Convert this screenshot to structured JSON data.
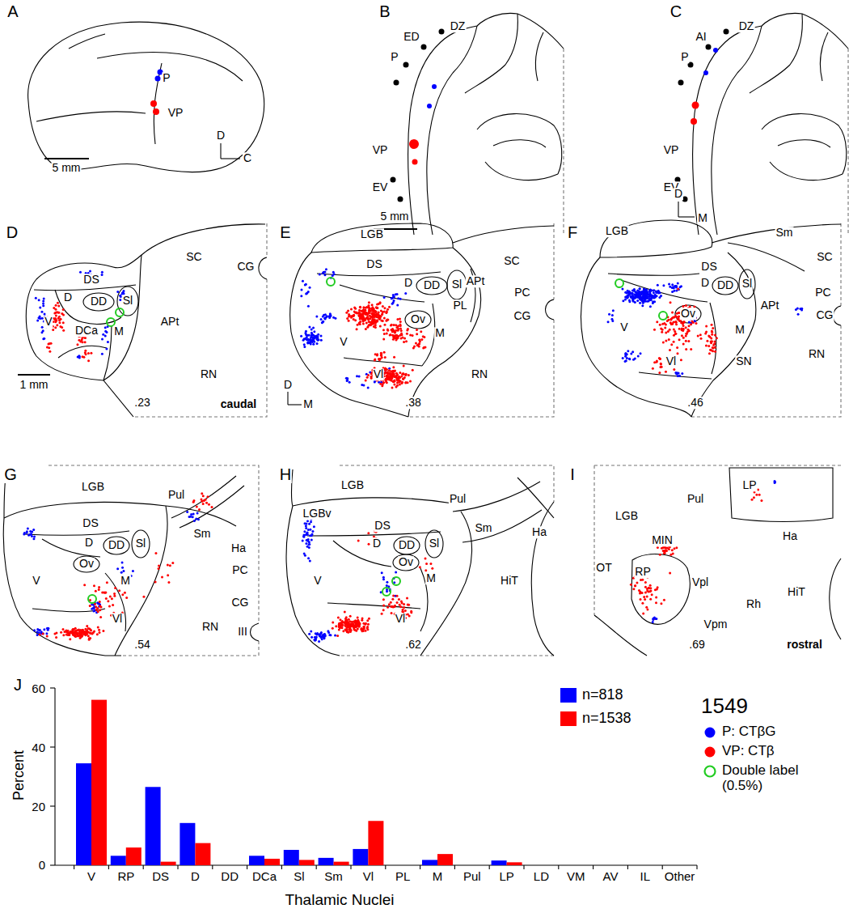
{
  "diagram": {
    "labels": [
      "A",
      "P",
      "VP",
      "5 mm",
      "D",
      "C",
      "B",
      "DZ",
      "ED",
      "P",
      "VP",
      "EV",
      "5 mm",
      "C",
      "DZ",
      "AI",
      "P",
      "VP",
      "EV",
      "D",
      "M",
      "D",
      "DS",
      "D",
      "DD",
      "Sl",
      "V",
      "DCa",
      "M",
      "SC",
      "APt",
      "CG",
      "RN",
      "1 mm",
      ".23",
      "caudal",
      "E",
      "LGB",
      "DS",
      "SC",
      "APt",
      "PC",
      "D",
      "DD",
      "Sl",
      "PL",
      "CG",
      "V",
      "Ov",
      "M",
      "Vl",
      "RN",
      "D",
      "M",
      ".38",
      "F",
      "LGB",
      "Sm",
      "SC",
      "DS",
      "D",
      "DD",
      "Sl",
      "PC",
      "APt",
      "CG",
      "V",
      "Ov",
      "M",
      "Vl",
      "SN",
      "RN",
      ".46",
      "G",
      "LGB",
      "Pul",
      "DS",
      "Sm",
      "D",
      "Ha",
      "DD",
      "Sl",
      "PC",
      "V",
      "Ov",
      "M",
      "CG",
      "III",
      "Vl",
      "RN",
      ".54",
      "H",
      "LGB",
      "Pul",
      "LGBv",
      "DS",
      "Sm",
      "Ha",
      "D",
      "DD",
      "Sl",
      "V",
      "Ov",
      "M",
      "HiT",
      "Vl",
      ".62",
      "I",
      "LP",
      "Pul",
      "LGB",
      "Ha",
      "MIN",
      "OT",
      "RP",
      "Vpl",
      "HiT",
      "Rh",
      "Vpm",
      ".69",
      "rostral",
      "J",
      "60",
      "40",
      "20",
      "0",
      "Percent",
      "V",
      "RP",
      "DS",
      "D",
      "DD",
      "DCa",
      "Sl",
      "Sm",
      "Vl",
      "PL",
      "M",
      "Pul",
      "LP",
      "LD",
      "VM",
      "AV",
      "IL",
      "Other",
      "Thalamic Nuclei",
      "1549"
    ],
    "legend": [
      {
        "text": "n=818",
        "color": "#0000ff"
      },
      {
        "text": "n=1538",
        "color": "#ff0000"
      },
      {
        "text": "P: CTβG",
        "color": "#0000ff"
      },
      {
        "text": "VP: CTβ",
        "color": "#ff0000"
      },
      {
        "text": "Double label (0.5%)"
      }
    ]
  }
}
